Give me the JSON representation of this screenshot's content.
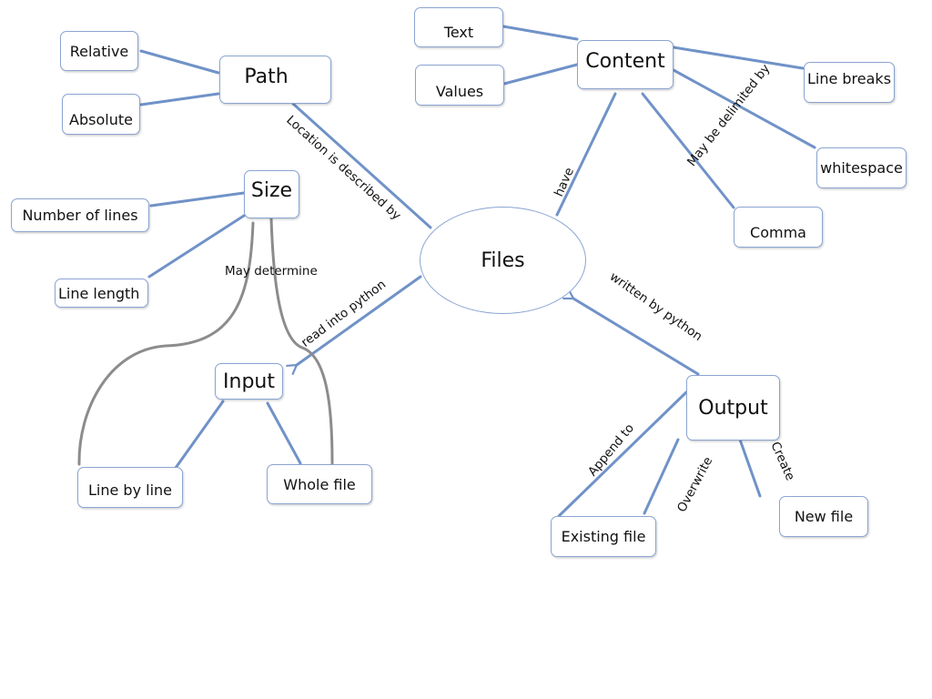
{
  "diagram": {
    "central": "Files",
    "nodes": {
      "path": "Path",
      "relative": "Relative",
      "absolute": "Absolute",
      "size": "Size",
      "number_of_lines": "Number of lines",
      "line_length": "Line length",
      "input": "Input",
      "line_by_line": "Line by line",
      "whole_file": "Whole file",
      "content": "Content",
      "text": "Text",
      "values": "Values",
      "line_breaks": "Line breaks",
      "whitespace": "whitespace",
      "comma": "Comma",
      "output": "Output",
      "existing_file": "Existing file",
      "new_file": "New file"
    },
    "edge_labels": {
      "location": "Location is described by",
      "have": "have",
      "delimited": "May be delimited by",
      "read": "read into python",
      "written": "written by python",
      "may_determine": "May determine",
      "append": "Append to",
      "overwrite": "Overwrite",
      "create": "Create"
    },
    "colors": {
      "edge": "#7092c8",
      "curve": "#8c8c8c",
      "border": "#8aa4d2"
    }
  }
}
